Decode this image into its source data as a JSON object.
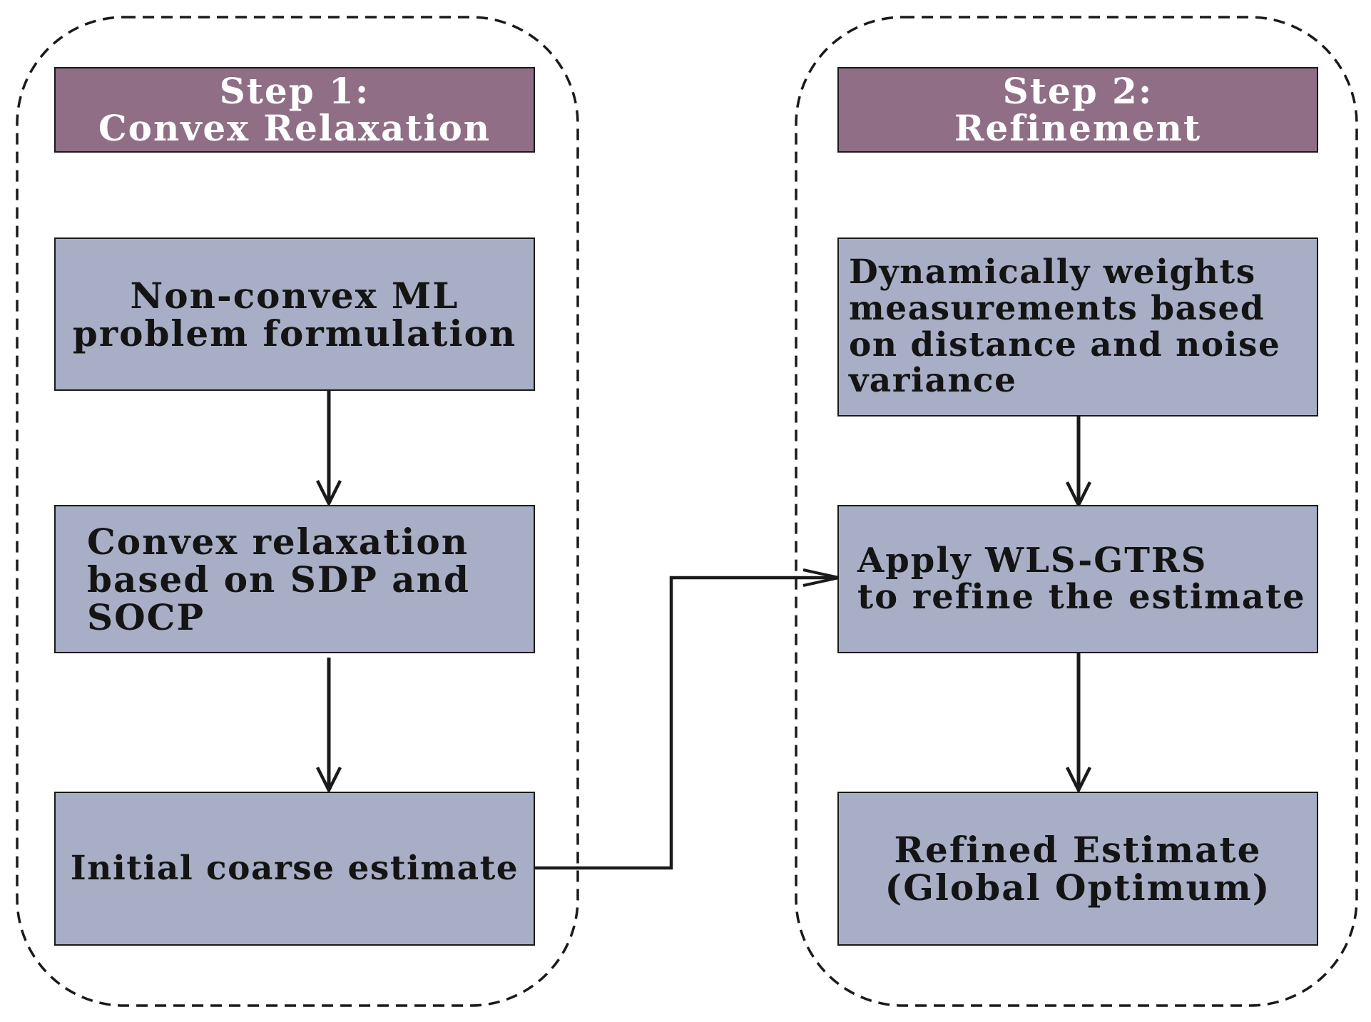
{
  "step1": {
    "header": "Step 1:\nConvex Relaxation",
    "box1": "Non-convex ML\nproblem formulation",
    "box2": "Convex relaxation\nbased on SDP and\nSOCP",
    "box3": "Initial coarse estimate"
  },
  "step2": {
    "header": "Step 2:\nRefinement",
    "box1": "Dynamically weights\n measurements based\non distance and noise\n variance",
    "box2": "Apply WLS-GTRS\nto refine the estimate",
    "box3": "Refined Estimate\n(Global Optimum)"
  },
  "colors": {
    "header_fill": "#8f6e86",
    "box_fill": "#a8aec5",
    "stroke": "#1a1a1a"
  }
}
